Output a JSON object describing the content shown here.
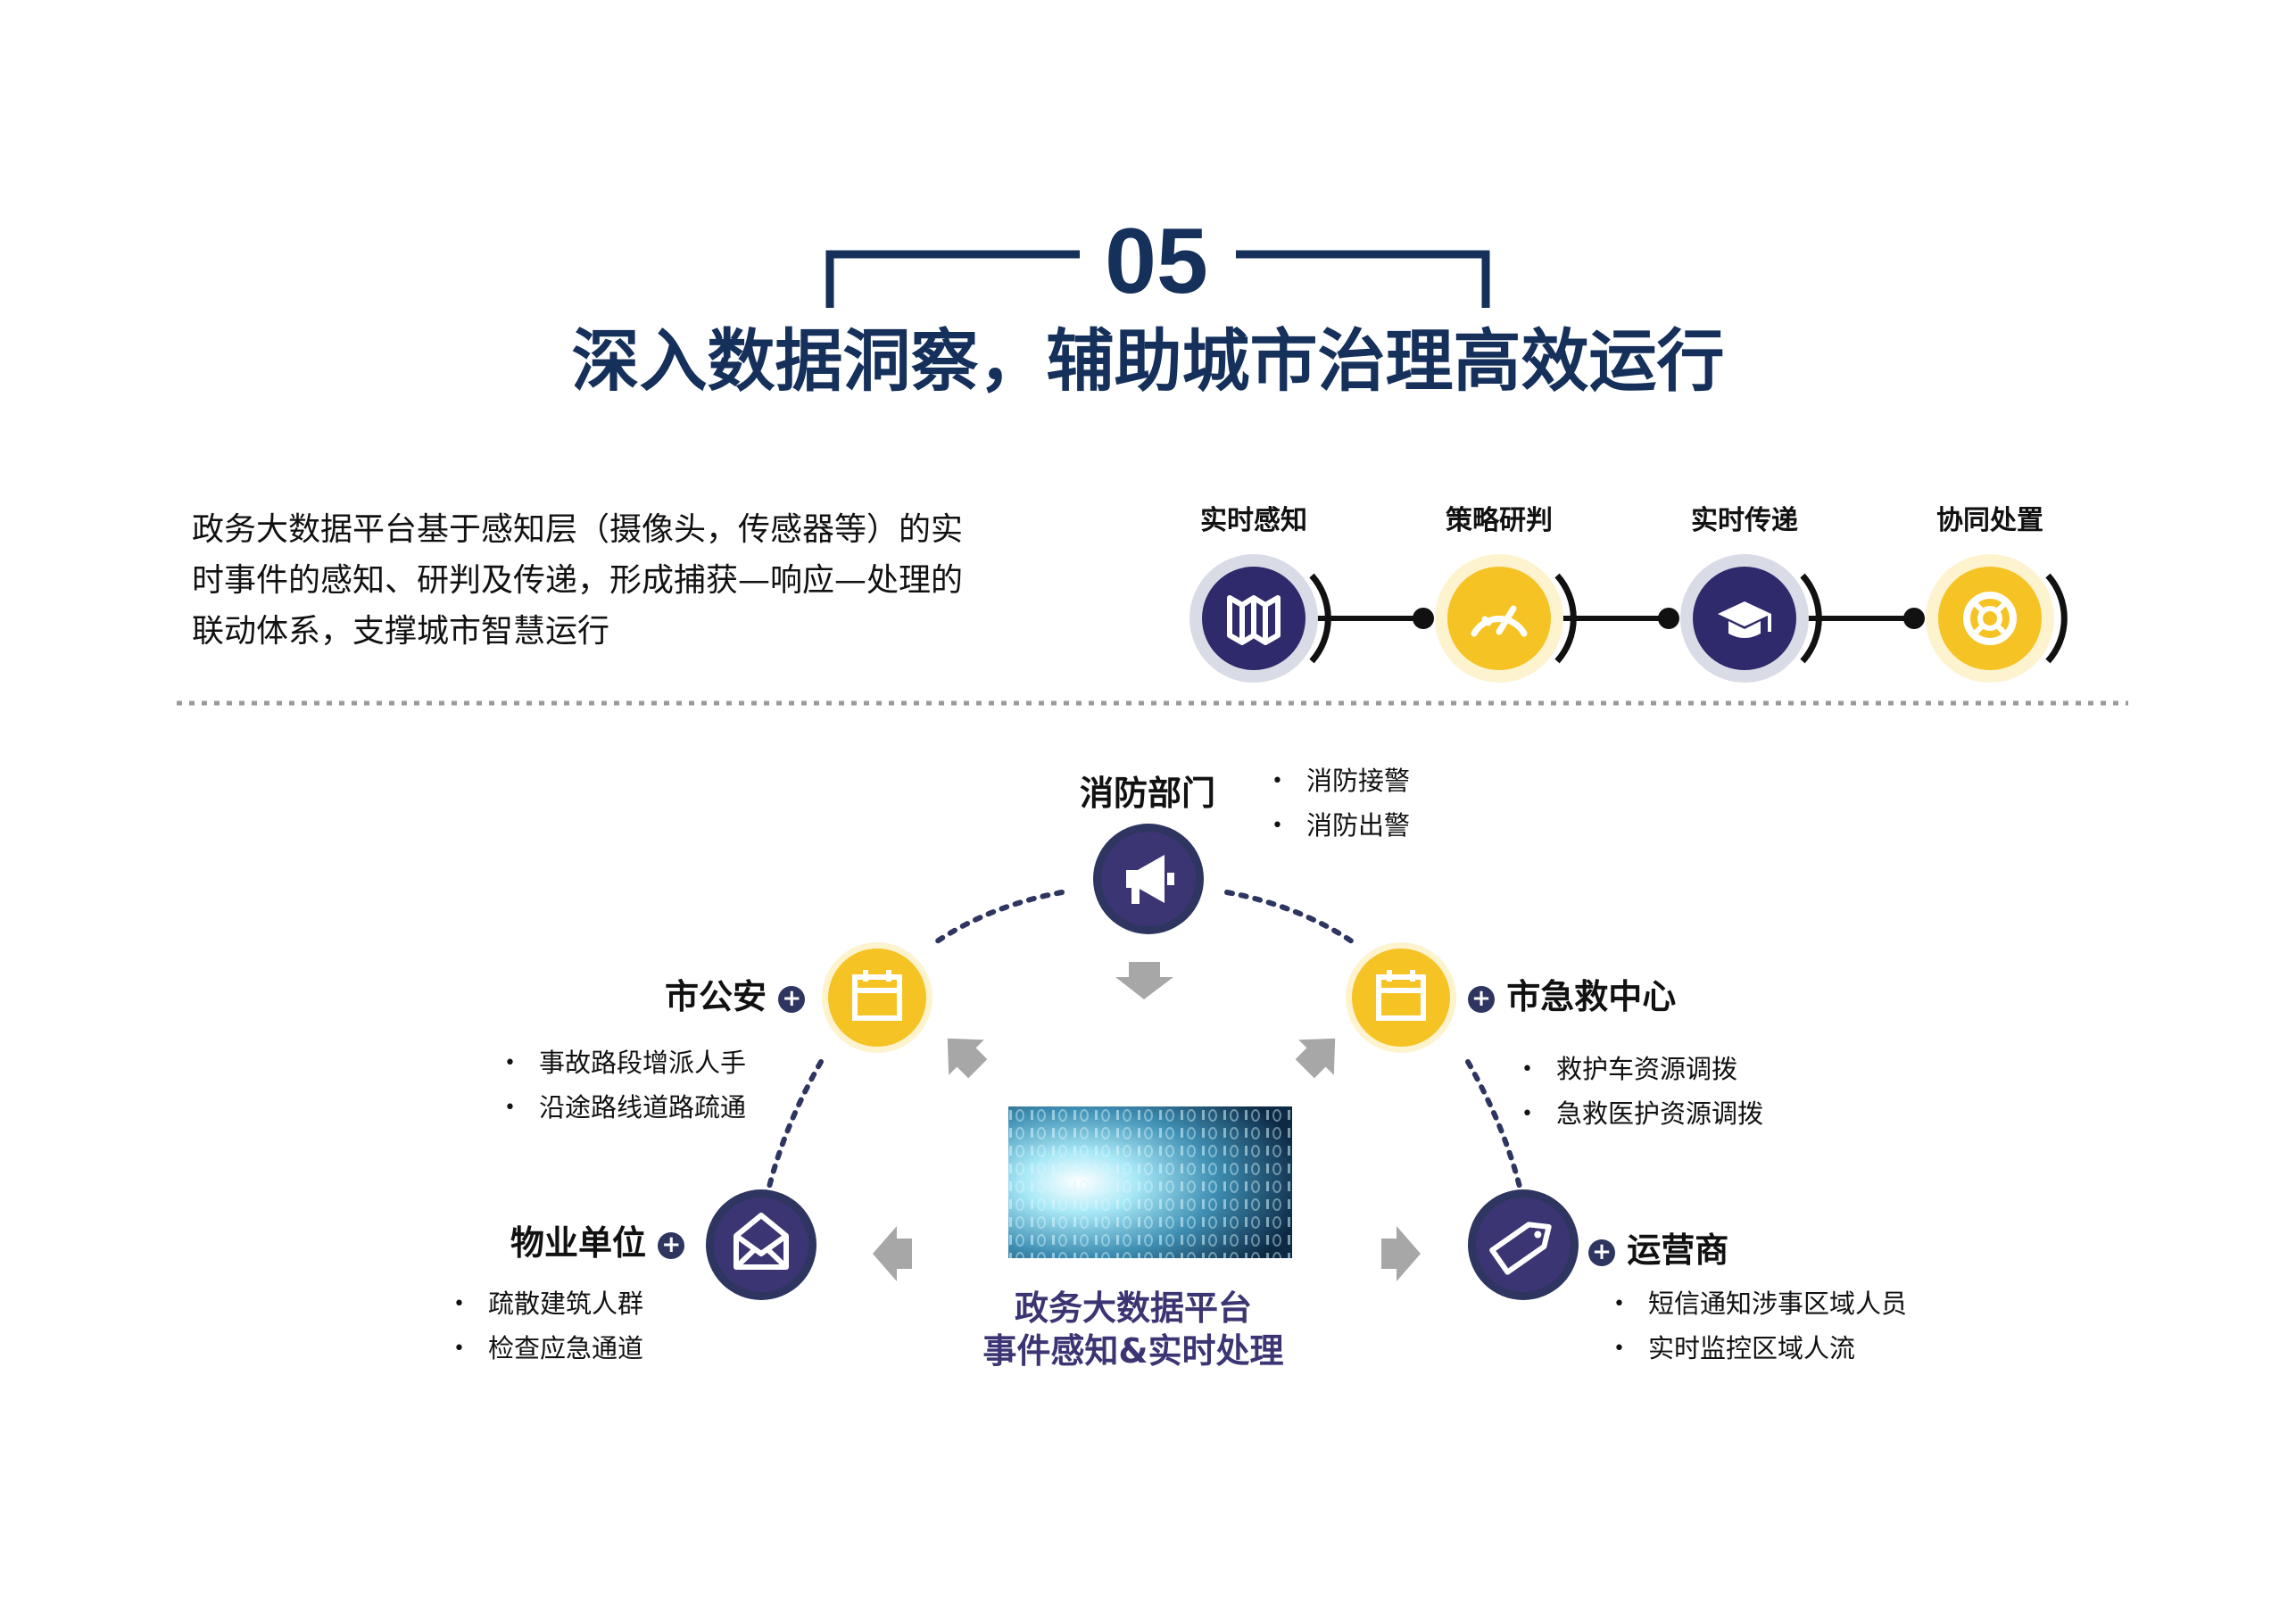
{
  "title": {
    "number": "05",
    "main": "深入数据洞察，辅助城市治理高效运行"
  },
  "intro": {
    "line1": "政务大数据平台基于感知层（摄像头，传感器等）的实",
    "line2": "时事件的感知、研判及传递，形成捕获—响应—处理的",
    "line3": "联动体系，支撑城市智慧运行"
  },
  "steps": [
    {
      "label": "实时感知",
      "icon": "map-icon",
      "color": "#2e2a6b"
    },
    {
      "label": "策略研判",
      "icon": "gauge-icon",
      "color": "#f6c324"
    },
    {
      "label": "实时传递",
      "icon": "graduation-cap-icon",
      "color": "#2e2a6b"
    },
    {
      "label": "协同处置",
      "icon": "lifebuoy-icon",
      "color": "#f6c324"
    }
  ],
  "nodes": {
    "fire": {
      "label": "消防部门",
      "bullets": [
        "消防接警",
        "消防出警"
      ],
      "icon": "megaphone-icon"
    },
    "police": {
      "label": "市公安",
      "bullets": [
        "事故路段增派人手",
        "沿途路线道路疏通"
      ],
      "icon": "calendar-icon"
    },
    "emergency": {
      "label": "市急救中心",
      "bullets": [
        "救护车资源调拨",
        "急救医护资源调拨"
      ],
      "icon": "calendar-icon"
    },
    "property": {
      "label": "物业单位",
      "bullets": [
        "疏散建筑人群",
        "检查应急通道"
      ],
      "icon": "envelope-icon"
    },
    "operator": {
      "label": "运营商",
      "bullets": [
        "短信通知涉事区域人员",
        "实时监控区域人流"
      ],
      "icon": "tag-icon"
    }
  },
  "center": {
    "line1": "政务大数据平台",
    "line2": "事件感知&实时处理"
  },
  "colors": {
    "navy": "#15305a",
    "purple": "#2e2a6b",
    "yellow": "#f6c324",
    "gray_arrow": "#a7a7a7"
  }
}
